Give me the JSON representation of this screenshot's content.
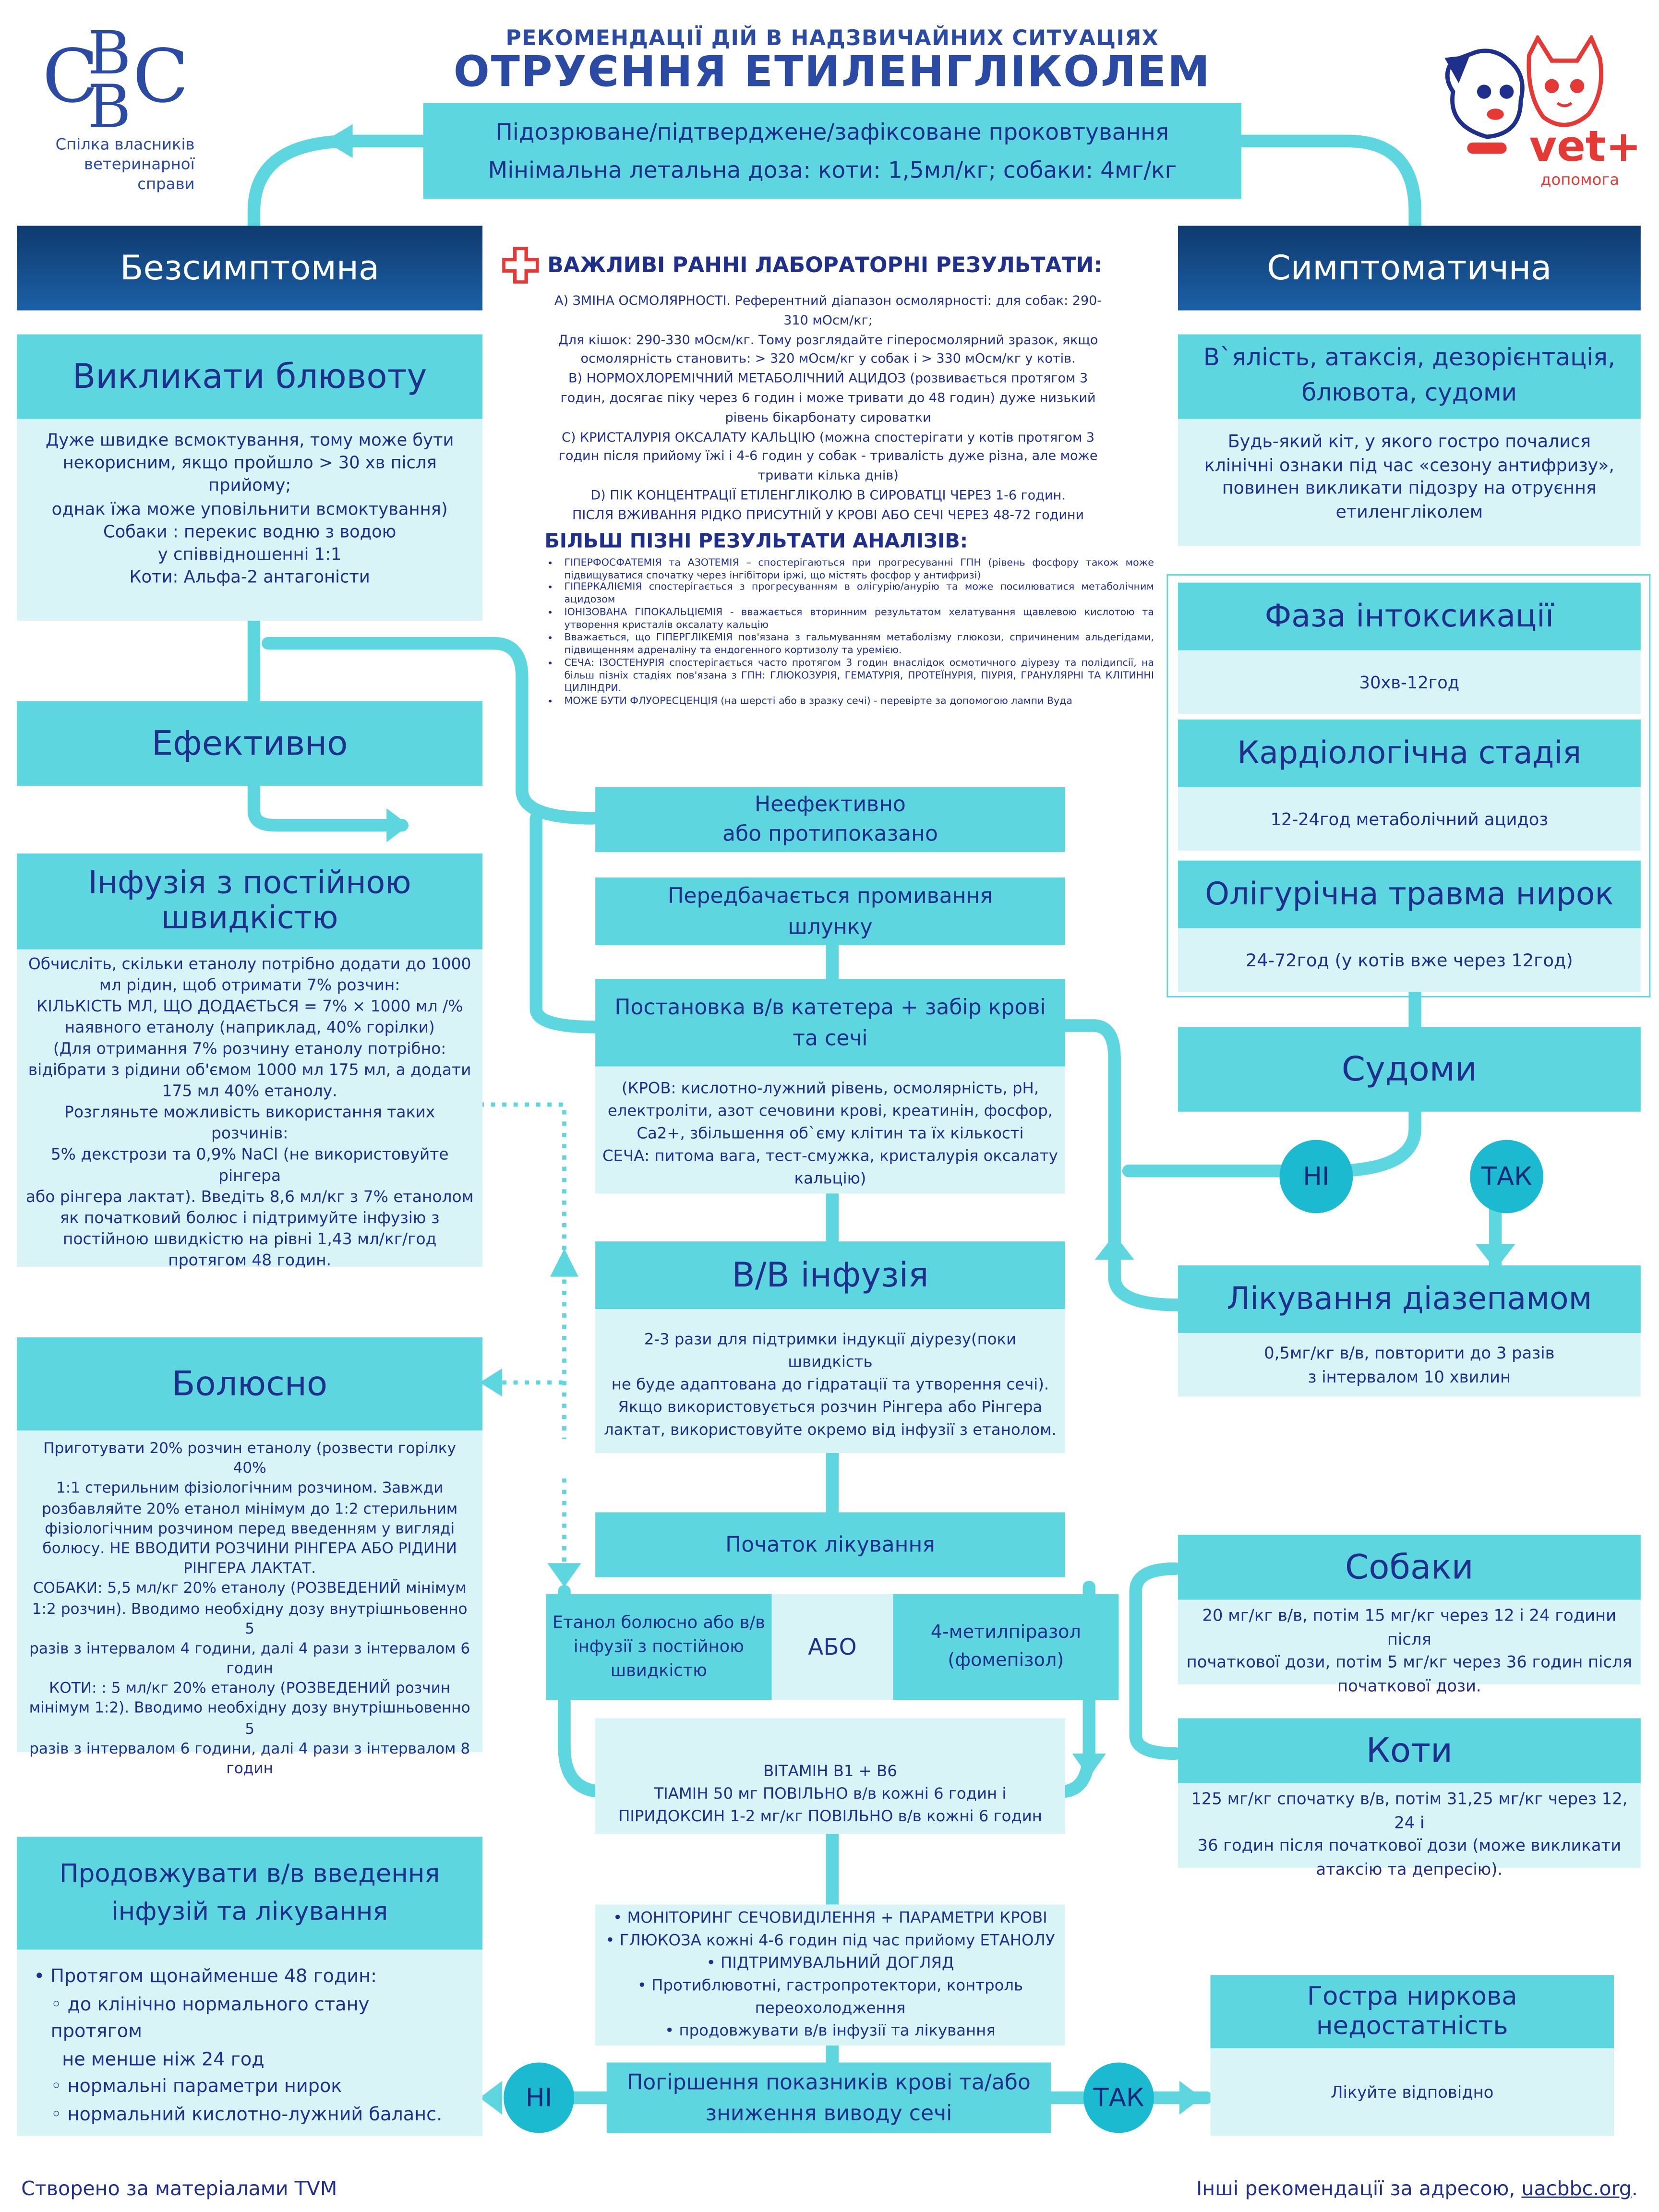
{
  "logo_left": {
    "org_line1": "Спілка власників",
    "org_line2": "ветеринарної справи"
  },
  "header": {
    "subtitle": "РЕКОМЕНДАЦІЇ ДІЙ В НАДЗВИЧАЙНИХ СИТУАЦІЯХ",
    "title": "ОТРУЄННЯ ЕТИЛЕНГЛІКОЛЕМ",
    "ingestion": "Підозрюване/підтверджене/зафіксоване проковтування",
    "lethal_dose": "Мінімальна летальна доза: коти: 1,5мл/кг; собаки: 4мг/кг"
  },
  "logo_right": {
    "brand": "vet+",
    "sub": "допомога"
  },
  "left": {
    "asymptomatic": "Безсимптомна",
    "induce_vomit_title": "Викликати блювоту",
    "induce_vomit_body": [
      "Дуже швидке всмоктування, тому може бути",
      "некорисним, якщо пройшло > 30 хв після",
      "прийому;",
      "однак їжа може уповільнити всмоктування)",
      "Собаки : перекис водню з водою",
      "у співвідношенні 1:1",
      "Коти: Альфа-2 антагоністи"
    ],
    "effective": "Ефективно",
    "cri_title": "Інфузія з постійною швидкістю",
    "cri_body": [
      "Обчисліть, скільки етанолу потрібно додати до 1000",
      "мл рідин, щоб отримати 7% розчин:",
      "КІЛЬКІСТЬ МЛ, ЩО ДОДАЄТЬСЯ = 7% × 1000 мл /%",
      "наявного етанолу (наприклад, 40% горілки)",
      "(Для отримання 7% розчину етанолу потрібно:",
      "відібрати з рідини об'ємом 1000 мл 175 мл, а додати",
      "175 мл 40% етанолу.",
      "Розгляньте можливість використання таких розчинів:",
      "5% декстрози та 0,9% NaCl (не використовуйте рінгера",
      "або рінгера лактат). Введіть 8,6 мл/кг з 7% етанолом",
      "як початковий болюс і підтримуйте інфузію з",
      "постійною швидкістю на рівні 1,43 мл/кг/год",
      "протягом 48 годин."
    ],
    "bolus_title": "Болюсно",
    "bolus_body": [
      "Приготувати 20% розчин етанолу (розвести горілку 40%",
      "1:1 стерильним фізіологічним розчином. Завжди",
      "розбавляйте 20% етанол мінімум до 1:2 стерильним",
      "фізіологічним розчином перед введенням у вигляді",
      "болюсу. НЕ ВВОДИТИ РОЗЧИНИ РІНГЕРА АБО РІДИНИ",
      "РІНГЕРА ЛАКТАТ.",
      "СОБАКИ: 5,5 мл/кг 20% етанолу (РОЗВЕДЕНИЙ мінімум",
      "1:2 розчин). Вводимо необхідну дозу внутрішньовенно 5",
      "разів з інтервалом 4 години, далі 4 рази з інтервалом 6",
      "годин",
      "КОТИ: : 5 мл/кг 20% етанолу (РОЗВЕДЕНИЙ розчин",
      "мінімум 1:2). Вводимо необхідну дозу внутрішньовенно 5",
      "разів з інтервалом 6 години, далі 4 рази з інтервалом 8",
      "годин"
    ],
    "continue_title": "Продовжувати в/в введення інфузій та лікування",
    "continue_items": [
      "Протягом щонайменше 48 годин:",
      "до клінічно нормального стану протягом",
      "не менше ніж 24  год",
      "нормальні параметри нирок",
      "нормальний кислотно-лужний баланс."
    ]
  },
  "labs": {
    "early_title": "ВАЖЛИВІ РАННІ ЛАБОРАТОРНІ РЕЗУЛЬТАТИ:",
    "early_lines": [
      "A) ЗМІНА ОСМОЛЯРНОСТІ. Референтний діапазон осмолярності: для собак: 290-",
      "310 мОсм/кг;",
      "Для кішок: 290-330 мОсм/кг. Тому розглядайте гіперосмолярний зразок, якщо",
      "осмолярність становить: > 320 мОсм/кг у собак і > 330 мОсм/кг у котів.",
      "B) НОРМОХЛОРЕМІЧНИЙ МЕТАБОЛІЧНИЙ АЦИДОЗ (розвивається протягом 3",
      "годин, досягає піку через 6 годин і може тривати до 48 годин) дуже низький",
      "рівень бікарбонату сироватки",
      "C) КРИСТАЛУРІЯ ОКСАЛАТУ КАЛЬЦІЮ (можна спостерігати у котів протягом 3",
      "годин після прийому їжі і 4-6 годин у собак - тривалість дуже різна, але може",
      "тривати кілька днів)",
      "D) ПІК КОНЦЕНТРАЦІЇ ЕТІЛЕНГЛІКОЛЮ В СИРОВАТЦІ ЧЕРЕЗ 1-6 годин.",
      "ПІСЛЯ ВЖИВАННЯ РІДКО ПРИСУТНІЙ У КРОВІ АБО СЕЧІ ЧЕРЕЗ 48-72 години"
    ],
    "late_title": "БІЛЬШ ПІЗНІ РЕЗУЛЬТАТИ АНАЛІЗІВ:",
    "late_items": [
      "ГІПЕРФОСФАТЕМІЯ та АЗОТЕМІЯ – спостерігаються при прогресуванні ГПН (рівень фосфору також може підвищуватися спочатку через інгібітори іржі, що містять фосфор у антифризі)",
      "ГІПЕРКАЛІЄМІЯ спостерігається з прогресуванням в олігурію/анурію та може посилюватися метаболічним ацидозом",
      "ІОНІЗОВАНА ГІПОКАЛЬЦІЄМІЯ - вважається вторинним результатом хелатування щавлевою кислотою та утворення кристалів оксалату кальцію",
      "Вважається, що ГІПЕРГЛІКЕМІЯ пов'язана з гальмуванням метаболізму глюкози, спричиненим альдегідами, підвищенням адреналіну та ендогенного кортизолу та уремією.",
      "СЕЧА: ІЗОСТЕНУРІЯ спостерігається часто протягом 3 годин внаслідок осмотичного діурезу та полідипсії, на більш пізніх стадіях пов'язана з ГПН: ГЛЮКОЗУРІЯ, ГЕМАТУРІЯ, ПРОТЕЇНУРІЯ, ПІУРІЯ, ГРАНУЛЯРНІ ТА КЛІТИННІ ЦИЛІНДРИ.",
      "МОЖЕ БУТИ ФЛУОРЕСЦЕНЦІЯ (на шерсті або в зразку сечі) - перевірте за допомогою лампи Вуда"
    ]
  },
  "center": {
    "ineffective": [
      "Неефективно",
      "або протипоказано"
    ],
    "lavage": [
      "Передбачається промивання",
      "шлунку"
    ],
    "catheter_title": [
      "Постановка в/в катетера + забір крові",
      "та сечі"
    ],
    "catheter_body": [
      "(КРОВ: кислотно-лужний рівень, осмолярність, pH,",
      "електроліти, азот сечовини крові, креатинін, фосфор,",
      "Са2+, збільшення об`єму клітин та їх кількості",
      "СЕЧА: питома вага, тест-смужка, кристалурія оксалату",
      "кальцію)"
    ],
    "iv_title": "В/В інфузія",
    "iv_body": [
      "2-3 рази для підтримки індукції діурезу(поки швидкість",
      "не буде адаптована до гідратації та утворення сечі).",
      "Якщо використовується розчин Рінгера або Рінгера",
      "лактат, використовуйте окремо від інфузії з  етанолом."
    ],
    "start": "Початок лікування",
    "ethanol": [
      "Етанол болюсно або в/в",
      "інфузії з постійною",
      "швидкістю"
    ],
    "or": "АБО",
    "fomepizole": [
      "4-метилпіразол",
      "(фомепізол)"
    ],
    "vitamins": [
      "ВІТАМІН B1 + B6",
      "ТІАМІН  50 мг ПОВІЛЬНО в/в кожні 6 годин і",
      "ПІРИДОКСИН  1-2 мг/кг ПОВІЛЬНО в/в кожні 6 годин"
    ],
    "monitoring": [
      "• МОНІТОРИНГ СЕЧОВИДІЛЕННЯ  + ПАРАМЕТРИ КРОВІ",
      "• ГЛЮКОЗА кожні 4-6 годин під час прийому ЕТАНОЛУ",
      "• ПІДТРИМУВАЛЬНИЙ ДОГЛЯД",
      "• Протиблювотні, гастропротектори, контроль",
      "переохолодження",
      "• продовжувати в/в інфузії та лікування"
    ],
    "worsening": [
      "Погіршення показників крові та/або",
      "зниження виводу сечі"
    ],
    "no": "НІ",
    "yes": "ТАК"
  },
  "right": {
    "symptomatic": "Симптоматична",
    "signs_title": [
      "В`ялість, атаксія, дезорієнтація,",
      "блювота, судоми"
    ],
    "signs_body": [
      "Будь-який кіт, у якого гостро почалися",
      "клінічні ознаки під час «сезону антифризу»,",
      "повинен викликати підозру на отруєння",
      "етиленгліколем"
    ],
    "phase1_title": "Фаза інтоксикації",
    "phase1_time": "30хв-12год",
    "phase2_title": "Кардіологічна стадія",
    "phase2_time": "12-24год метаболічний ацидоз",
    "phase3_title": "Олігурічна травма нирок",
    "phase3_time": "24-72год (у котів вже через 12год)",
    "seizures": "Судоми",
    "no": "НІ",
    "yes": "ТАК",
    "diazepam_title": "Лікування діазепамом",
    "diazepam_body": [
      "0,5мг/кг в/в, повторити до 3 разів",
      "з інтервалом 10 хвилин"
    ],
    "dogs_title": "Собаки",
    "dogs_body": [
      "20 мг/кг в/в, потім 15 мг/кг через 12 і 24 години після",
      "початкової дози, потім 5 мг/кг через 36 годин після",
      "початкової дози."
    ],
    "cats_title": "Коти",
    "cats_body": [
      "125 мг/кг спочатку в/в, потім 31,25 мг/кг через 12, 24 і",
      "36 годин після початкової дози (може викликати",
      "атаксію та депресію)."
    ],
    "arf_title": "Гостра ниркова недостатність",
    "arf_body": "Лікуйте відповідно"
  },
  "footer": {
    "left": "Створено за матеріалами TVM",
    "right_prefix": "Інші рекомендації за адресою, ",
    "right_link": "uacbbc.org",
    "right_suffix": "."
  },
  "colors": {
    "head": "#5ed6e0",
    "body": "#d9f4f6",
    "text": "#1f2f8c",
    "dark": "#0f3a6e",
    "circle": "#1bbad1",
    "red": "#e53935"
  }
}
